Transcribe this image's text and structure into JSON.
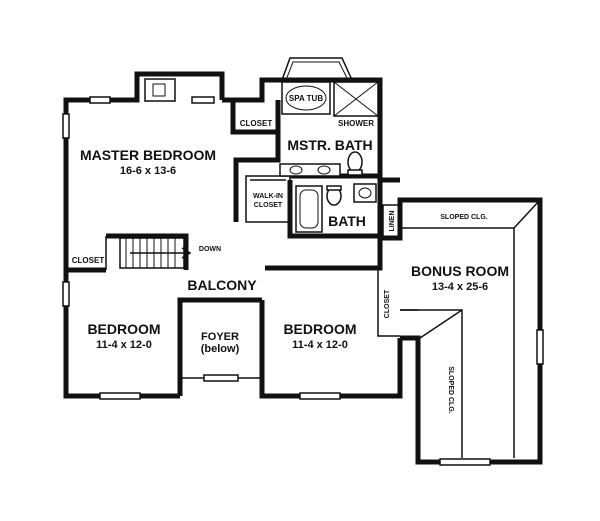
{
  "rooms": {
    "master_bedroom": {
      "name": "MASTER BEDROOM",
      "dims": "16-6 x 13-6"
    },
    "master_bath": {
      "name": "MSTR. BATH"
    },
    "bath": {
      "name": "BATH"
    },
    "bonus_room": {
      "name": "BONUS ROOM",
      "dims": "13-4 x 25-6"
    },
    "bedroom_left": {
      "name": "BEDROOM",
      "dims": "11-4 x 12-0"
    },
    "bedroom_right": {
      "name": "BEDROOM",
      "dims": "11-4 x 12-0"
    },
    "foyer": {
      "name": "FOYER",
      "note": "(below)"
    },
    "balcony": {
      "name": "BALCONY"
    }
  },
  "labels": {
    "spa_tub": "SPA TUB",
    "shower": "SHOWER",
    "closet_master": "CLOSET",
    "walk_in_line1": "WALK-IN",
    "walk_in_line2": "CLOSET",
    "closet_stair": "CLOSET",
    "down": "DOWN",
    "linen": "LINEN",
    "closet_bonus": "CLOSET",
    "sloped_top": "SLOPED CLG.",
    "sloped_side": "SLOPED CLG."
  }
}
